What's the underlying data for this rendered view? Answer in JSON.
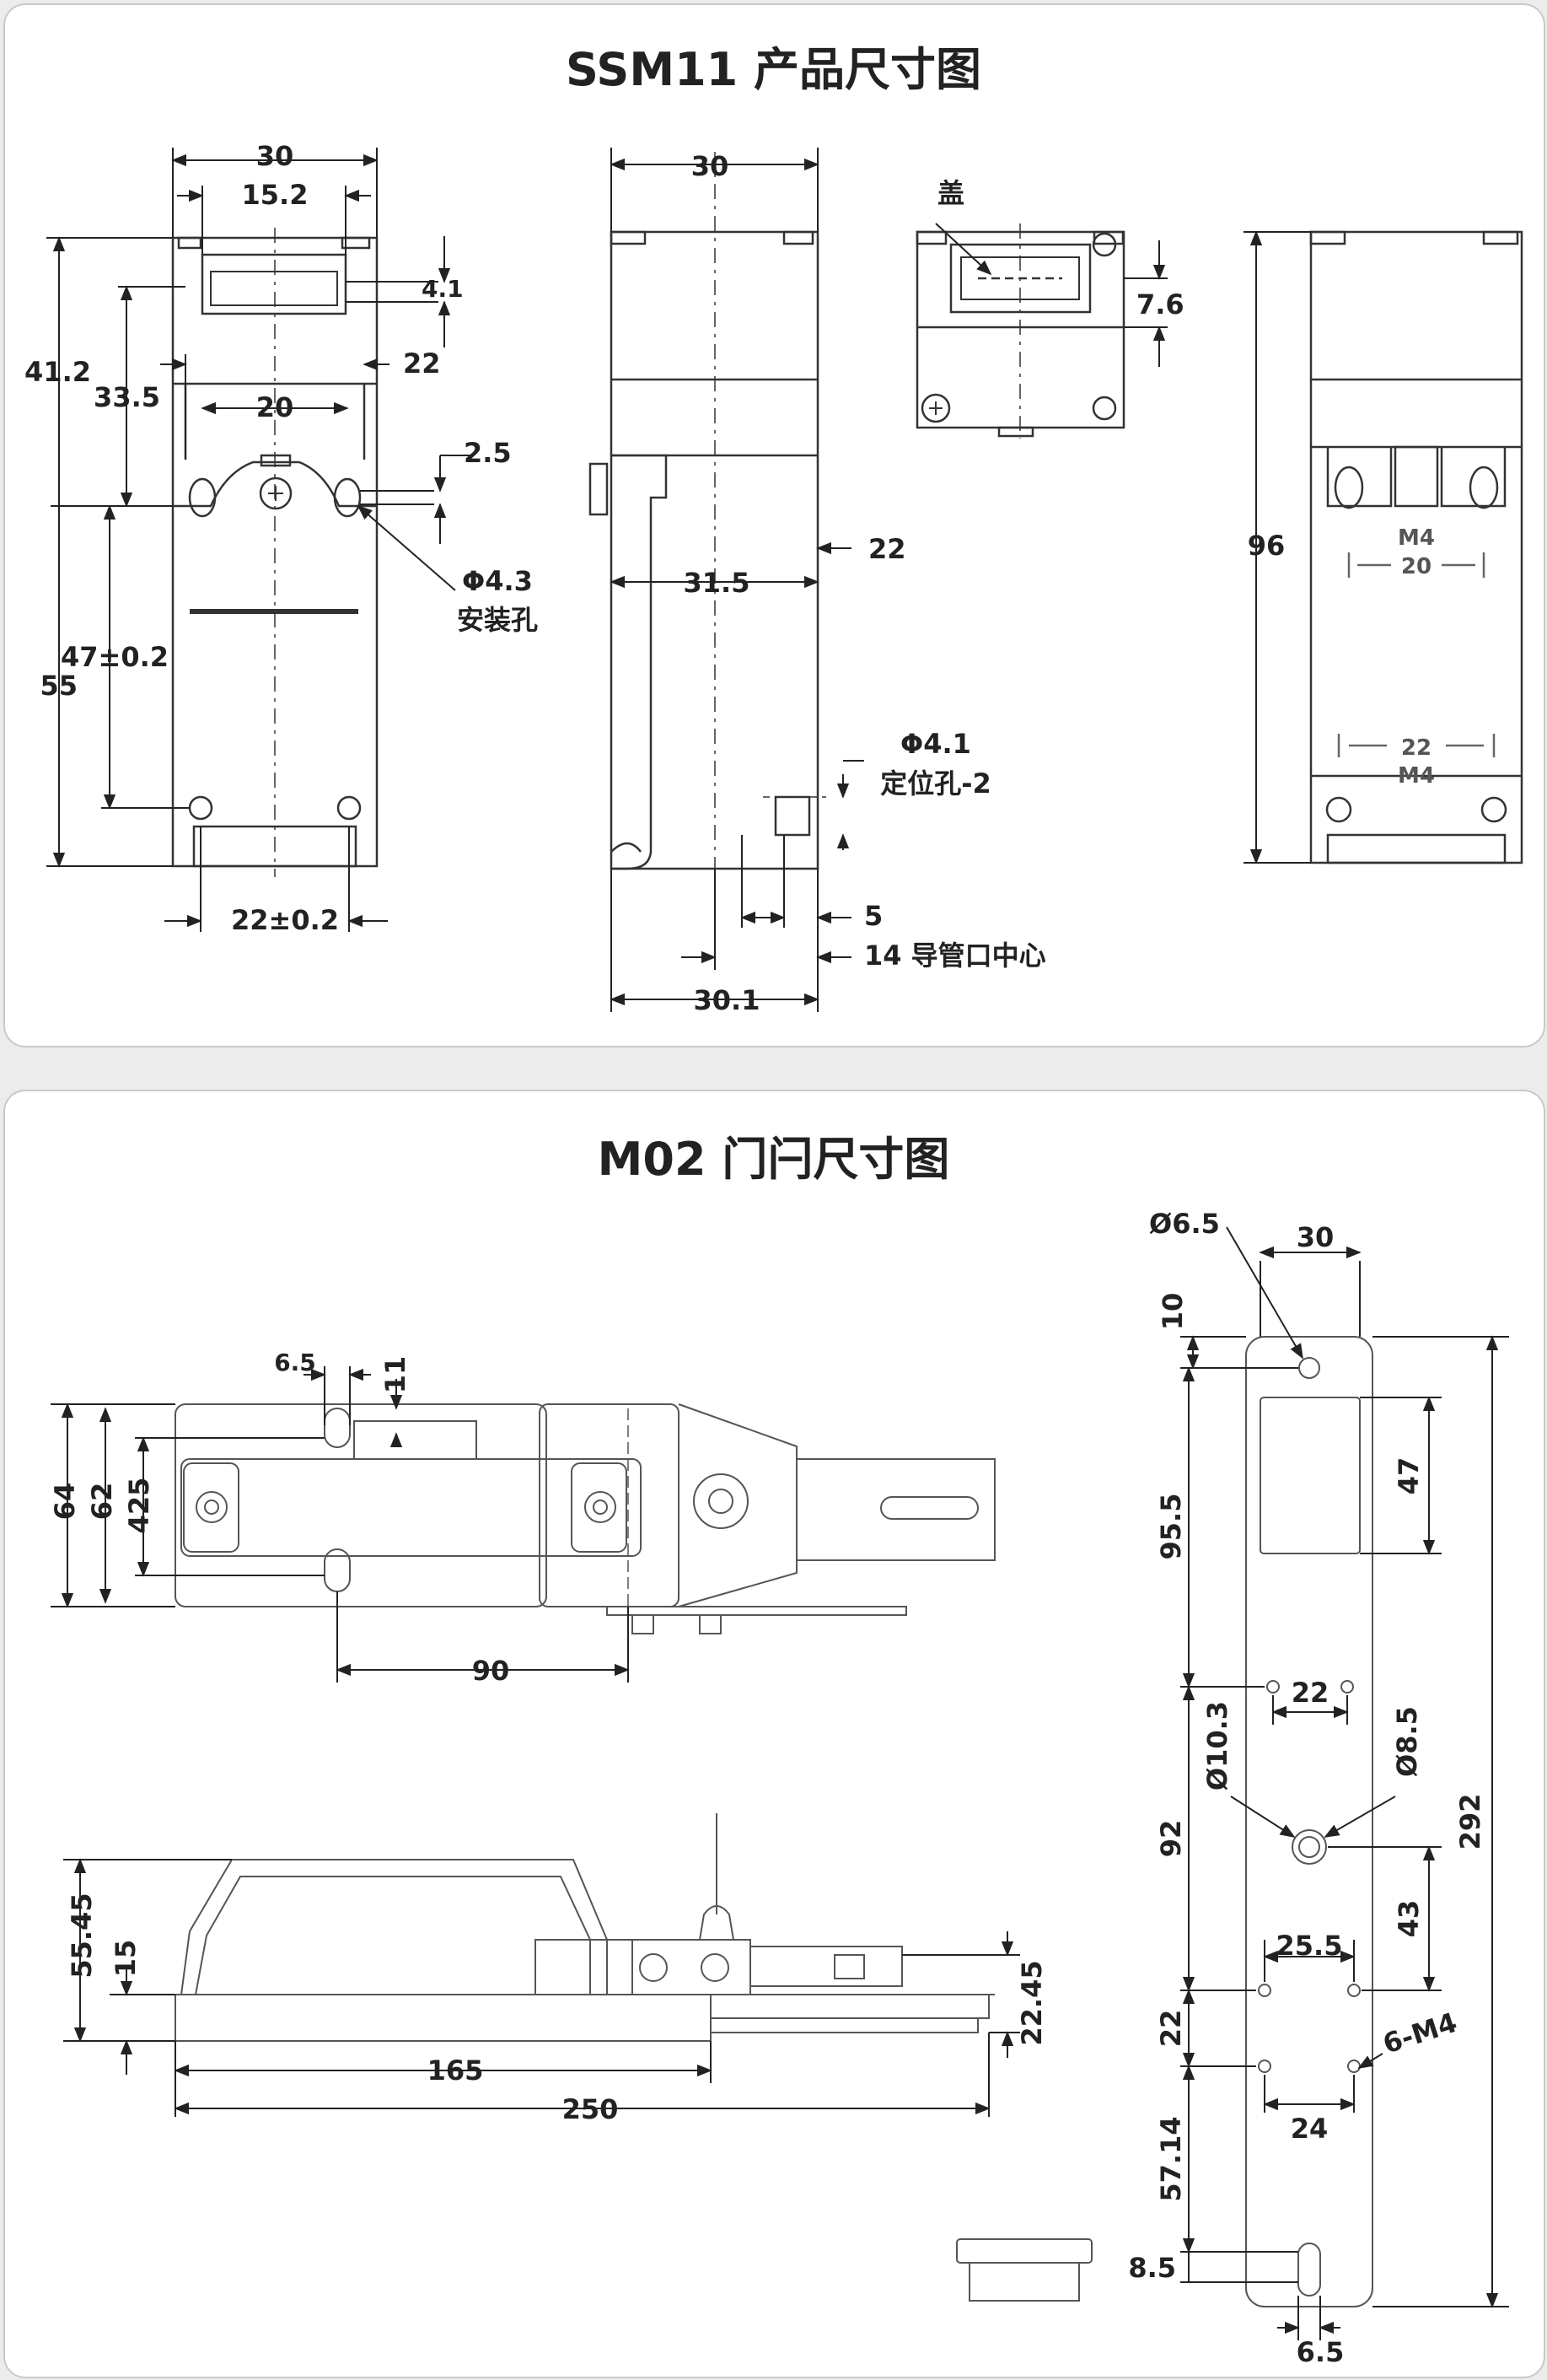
{
  "panel1": {
    "title": "SSM11 产品尺寸图",
    "front": {
      "w30": "30",
      "w15_2": "15.2",
      "d41_2": "41.2",
      "d33_5": "33.5",
      "d4_1": "4.1",
      "d22": "22",
      "d20": "20",
      "d2_5": "2.5",
      "phi43": "Φ4.3",
      "hole": "安装孔",
      "d47": "47±0.2",
      "d55": "55",
      "d22b": "22±0.2"
    },
    "side": {
      "w30": "30",
      "d22": "22",
      "d31_5": "31.5",
      "phi41": "Φ4.1",
      "pos": "定位孔-2",
      "d5": "5",
      "d14": "14 导管口中心",
      "d30_1": "30.1"
    },
    "top": {
      "lid": "盖",
      "d7_6": "7.6"
    },
    "back": {
      "d96": "96",
      "m4a": "M4",
      "d20": "20",
      "d22": "22",
      "m4b": "M4"
    }
  },
  "panel2": {
    "title": "M02 门闩尺寸图",
    "top": {
      "d6_5": "6.5",
      "d11": "11",
      "d64": "64",
      "d62": "62",
      "d425": "425",
      "d90": "90"
    },
    "side": {
      "d55_45": "55.45",
      "d15": "15",
      "d22_45": "22.45",
      "d165": "165",
      "d250": "250"
    },
    "plate": {
      "o6_5": "Ø6.5",
      "w30": "30",
      "d10": "10",
      "d47": "47",
      "d95_5": "95.5",
      "d22": "22",
      "o10_3": "Ø10.3",
      "o8_5": "Ø8.5",
      "d92": "92",
      "d292": "292",
      "d43": "43",
      "d25_5": "25.5",
      "d22b": "22",
      "m4": "6-M4",
      "d24": "24",
      "d57_14": "57.14",
      "d8_5": "8.5",
      "d6_5b": "6.5"
    }
  }
}
